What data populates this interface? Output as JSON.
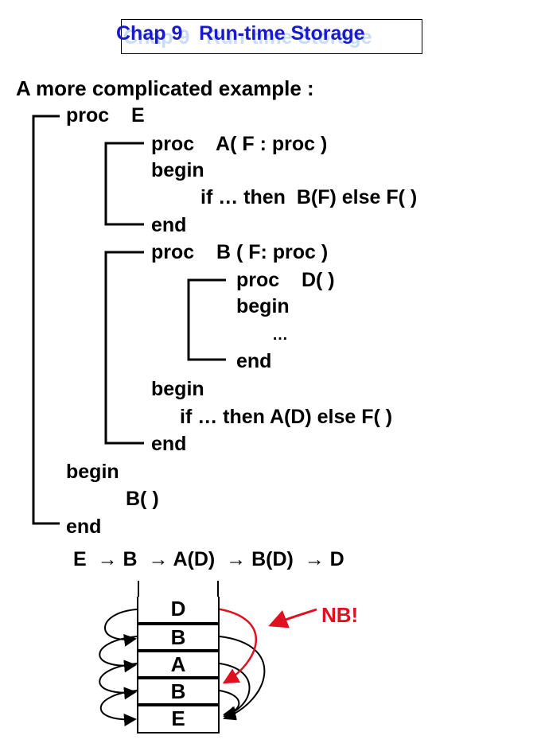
{
  "slide": {
    "title": "Chap 9   Run-time Storage",
    "subtitle": "A more complicated example :"
  },
  "code": {
    "l01": "proc    E",
    "l02": "proc    A( F : proc )",
    "l03": "begin",
    "l04": "if … then  B(F) else F( )",
    "l05": "end",
    "l06": "proc    B ( F: proc )",
    "l07": "proc    D( )",
    "l08": "begin",
    "l09": "…",
    "l10": "end",
    "l11": "begin",
    "l12": "if … then A(D) else F( )",
    "l13": "end",
    "l14": "begin",
    "l15": "B( )",
    "l16": "end"
  },
  "call_chain": "E  → B  → A(D)  → B(D)  → D",
  "stack": {
    "frames": [
      "D",
      "B",
      "A",
      "B",
      "E"
    ],
    "note": "NB!"
  },
  "colors": {
    "title": "#1a1acd",
    "accent_red": "#e01020",
    "shadow": "#c8dcf5"
  }
}
